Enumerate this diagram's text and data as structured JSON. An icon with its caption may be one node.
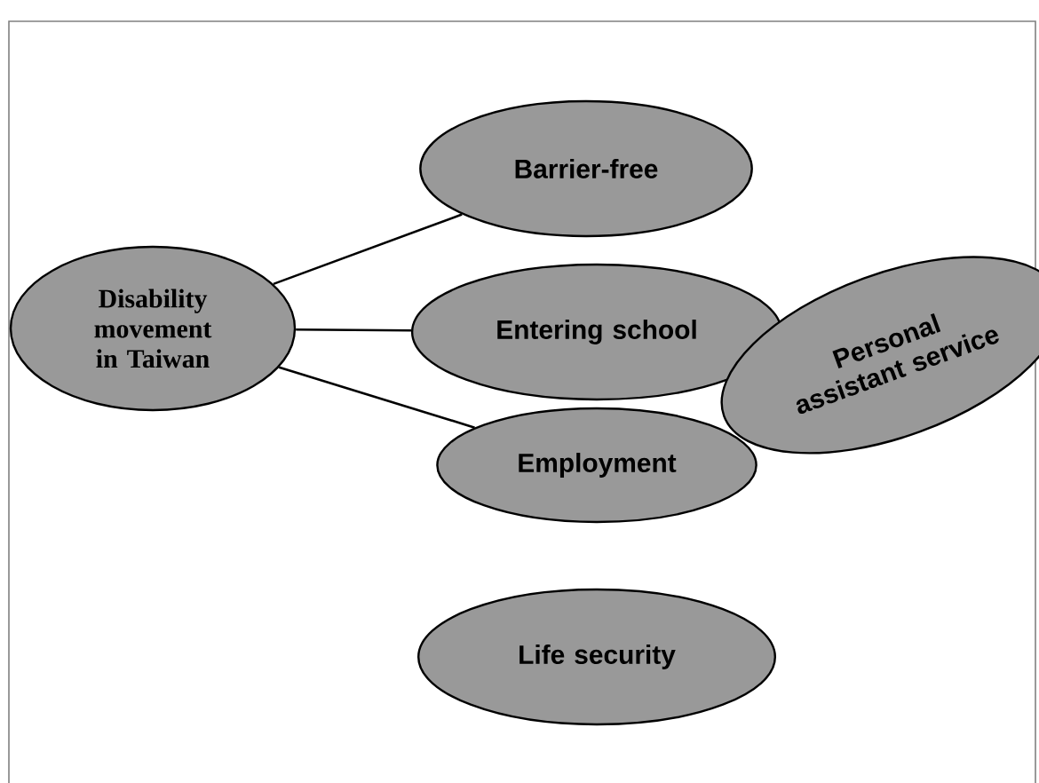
{
  "diagram": {
    "nodes": [
      {
        "text": [
          "Disability movement in Taiwan"
        ]
      },
      {
        "text": [
          "Barrier-free"
        ]
      },
      {
        "text": [
          "Entering school"
        ]
      },
      {
        "text": [
          "Personal assistant service"
        ]
      },
      {
        "text": [
          "Employment"
        ]
      },
      {
        "text": [
          "Life security"
        ]
      }
    ],
    "edges": [
      {
        "from": 0,
        "to": 1,
        "arrow": "none"
      },
      {
        "from": 0,
        "to": 2,
        "arrow": "none"
      },
      {
        "from": 0,
        "to": 4,
        "arrow": "none"
      }
    ]
  }
}
